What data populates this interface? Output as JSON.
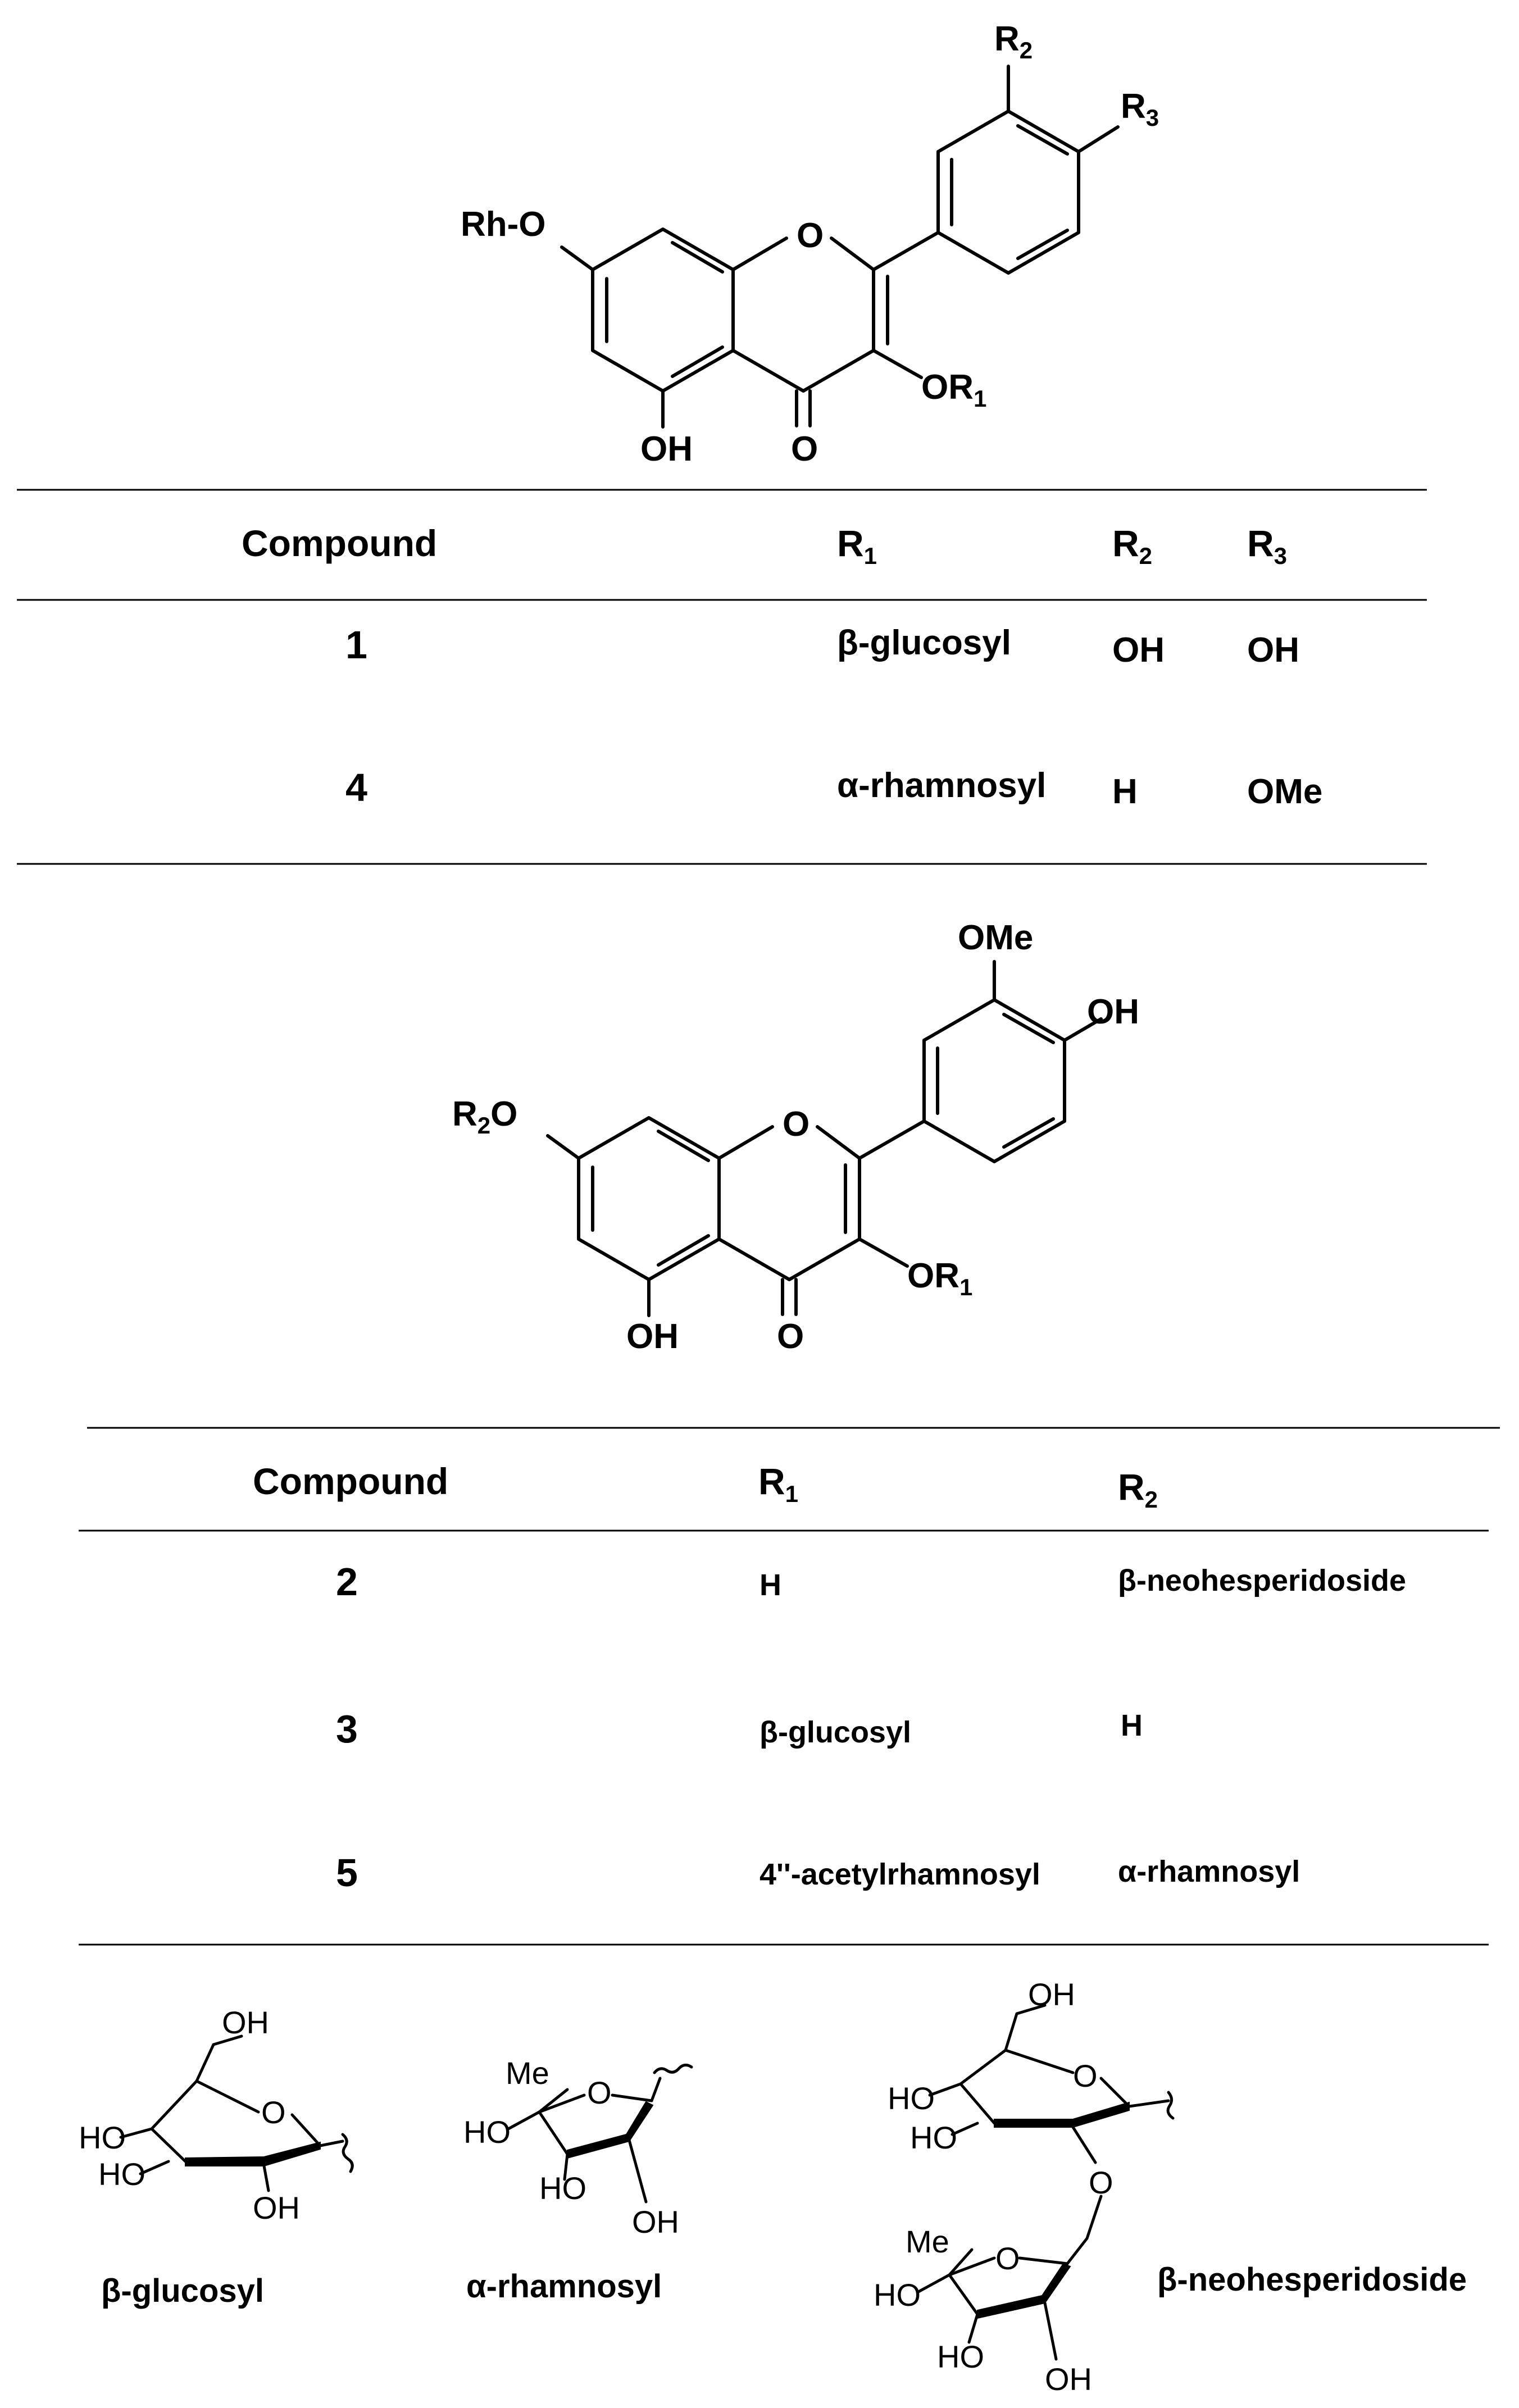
{
  "structure1": {
    "labels": {
      "rh_o": "Rh-O",
      "ring_o": "O",
      "r2": "R",
      "r2_sub": "2",
      "r3": "R",
      "r3_sub": "3",
      "or1": "OR",
      "or1_sub": "1",
      "oh": "OH",
      "keto_o": "O"
    }
  },
  "table1": {
    "headers": {
      "compound": "Compound",
      "r1": "R",
      "r1_sub": "1",
      "r2": "R",
      "r2_sub": "2",
      "r3": "R",
      "r3_sub": "3"
    },
    "rows": [
      {
        "compound": "1",
        "r1": "β-glucosyl",
        "r2": "OH",
        "r3": "OH"
      },
      {
        "compound": "4",
        "r1": "α-rhamnosyl",
        "r2": "H",
        "r3": "OMe"
      }
    ]
  },
  "structure2": {
    "labels": {
      "r2o": "R",
      "r2o_sub": "2",
      "r2o_o": "O",
      "ring_o": "O",
      "ome": "OMe",
      "oh_top": "OH",
      "or1": "OR",
      "or1_sub": "1",
      "oh": "OH",
      "keto_o": "O"
    }
  },
  "table2": {
    "headers": {
      "compound": "Compound",
      "r1": "R",
      "r1_sub": "1",
      "r2": "R",
      "r2_sub": "2"
    },
    "rows": [
      {
        "compound": "2",
        "r1": "H",
        "r2": "β-neohesperidoside"
      },
      {
        "compound": "3",
        "r1": "β-glucosyl",
        "r2": "H"
      },
      {
        "compound": "5",
        "r1": "4''-acetylrhamnosyl",
        "r2": "α-rhamnosyl"
      }
    ]
  },
  "sugars": {
    "glucosyl": {
      "caption": "β-glucosyl",
      "oh_top": "OH",
      "ring_o": "O",
      "ho_1": "HO",
      "ho_2": "HO",
      "oh_bottom": "OH"
    },
    "rhamnosyl": {
      "caption": "α-rhamnosyl",
      "me": "Me",
      "ring_o": "O",
      "ho_1": "HO",
      "ho_2": "HO",
      "oh_bottom": "OH"
    },
    "neohesperidoside": {
      "caption": "β-neohesperidoside",
      "oh_top": "OH",
      "ring_o": "O",
      "ho_1": "HO",
      "ho_2": "HO",
      "link_o": "O",
      "me": "Me",
      "ring_o2": "O",
      "ho_3": "HO",
      "ho_4": "HO",
      "oh_bottom": "OH"
    }
  }
}
